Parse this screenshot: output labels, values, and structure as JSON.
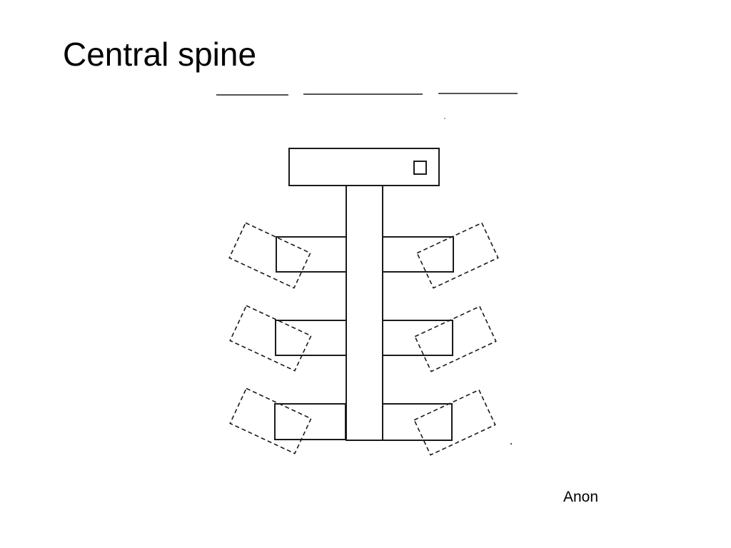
{
  "slide": {
    "title": "Central spine",
    "credit": "Anon"
  },
  "diagram": {
    "description_id": "central-spine-layout",
    "head_block": {
      "has_inner_square": true
    },
    "blank_lines_count": 3,
    "side_wings": [
      {
        "side": "left",
        "row": 1,
        "dashed_rotated_overlay": true
      },
      {
        "side": "right",
        "row": 1,
        "dashed_rotated_overlay": true
      },
      {
        "side": "left",
        "row": 2,
        "dashed_rotated_overlay": true
      },
      {
        "side": "right",
        "row": 2,
        "dashed_rotated_overlay": true
      },
      {
        "side": "left",
        "row": 3,
        "dashed_rotated_overlay": true
      },
      {
        "side": "right",
        "row": 3,
        "dashed_rotated_overlay": true
      }
    ],
    "colors": {
      "line": "#1a1a1a",
      "background": "#ffffff"
    }
  }
}
